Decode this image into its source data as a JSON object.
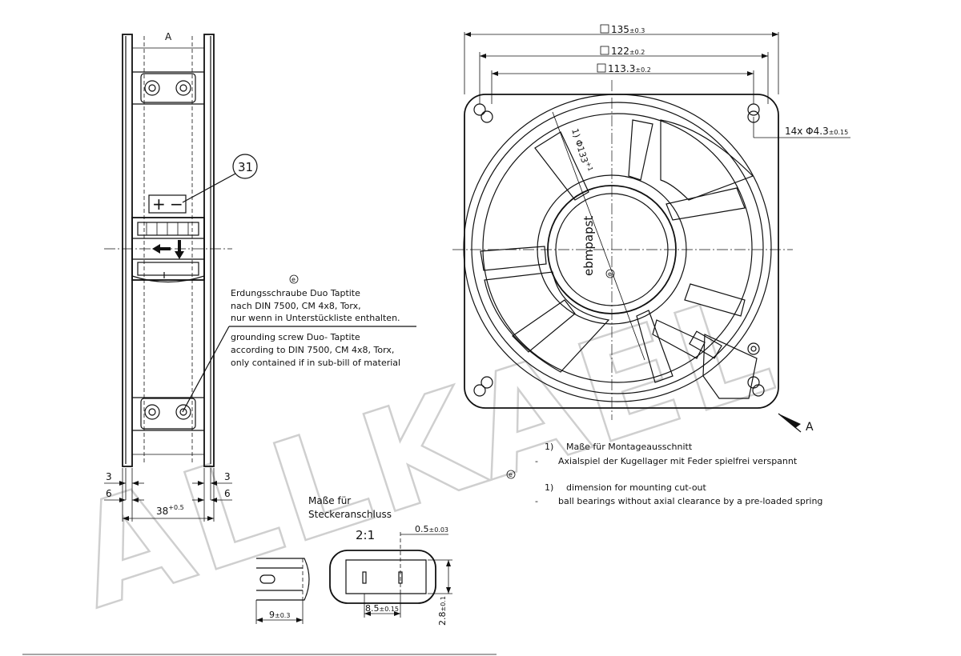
{
  "view_label": "A",
  "arrow_label": "A",
  "brand": "ebmpapst",
  "watermark": "ALLKAEL",
  "position_number": "31",
  "flag_symbol": "e",
  "note_de": {
    "line1": "Erdungsschraube Duo Taptite",
    "line2": "nach DIN 7500, CM 4x8, Torx,",
    "line3": "nur wenn in Unterstückliste enthalten."
  },
  "note_en": {
    "line1": "grounding screw Duo- Taptite",
    "line2": "according to DIN 7500, CM 4x8, Torx,",
    "line3": "only contained if in sub-bill of material"
  },
  "dims": {
    "outer": {
      "main": "135",
      "tol": "±0.3"
    },
    "mid": {
      "main": "122",
      "tol": "±0.2"
    },
    "inner": {
      "main": "113.3",
      "tol": "±0.2"
    },
    "holes": {
      "main": "14x Φ4.3",
      "tol": "±0.15"
    },
    "diameter": {
      "main": "1) Φ133",
      "tol": "+1"
    },
    "left_3": "3",
    "left_6": "6",
    "right_3": "3",
    "right_6": "6",
    "depth": {
      "main": "38",
      "tol": "+0.5"
    },
    "scale": "2:1",
    "slot_width": {
      "main": "0.5",
      "tol": "±0.03"
    },
    "plug_len": {
      "main": "9",
      "tol": "±0.3"
    },
    "slot_spacing": {
      "main": "8.5",
      "tol": "±0.15"
    },
    "plug_height": {
      "main": "2.8",
      "tol": "±0.1"
    }
  },
  "connector_title": {
    "line1": "Maße für",
    "line2": "Steckeranschluss"
  },
  "footnotes_de": {
    "num": "1)",
    "line1": "Maße für Montageausschnitt",
    "dash": "-",
    "line2": "Axialspiel der Kugellager mit Feder spielfrei verspannt"
  },
  "footnotes_en": {
    "num": "1)",
    "line1": "dimension for mounting cut-out",
    "dash": "-",
    "line2": "ball bearings without axial clearance by a pre-loaded spring"
  }
}
